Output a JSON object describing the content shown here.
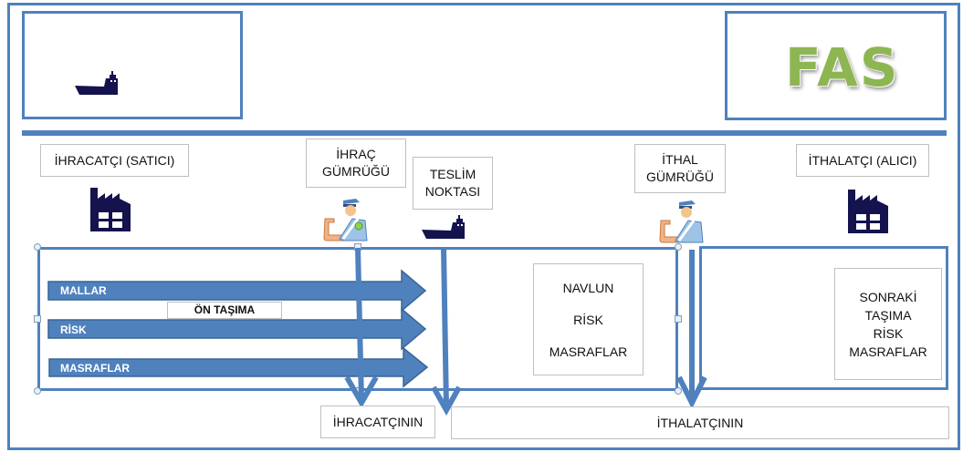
{
  "header": {
    "title": "FAS",
    "title_color": "#8DB653",
    "frame_color": "#4F81BD",
    "ship_icon": "ship-icon"
  },
  "parties": {
    "exporter": "İHRACATÇI (SATICI)",
    "export_customs": "İHRAÇ GÜMRÜĞÜ",
    "delivery_point": "TESLİM NOKTASI",
    "import_customs": "İTHAL GÜMRÜĞÜ",
    "importer": "İTHALATÇI (ALICI)"
  },
  "icons": {
    "exporter": "factory-icon",
    "export_customs": "customs-officer-icon",
    "delivery_point": "ship-icon",
    "import_customs": "customs-officer-icon",
    "importer": "factory-icon"
  },
  "flows": {
    "arrows": [
      {
        "label": "MALLAR"
      },
      {
        "label": "RİSK"
      },
      {
        "label": "MASRAFLAR"
      }
    ],
    "pre_carriage": "ÖN TAŞIMA",
    "arrow_color": "#4F81BD"
  },
  "middle_box": {
    "lines": [
      "NAVLUN",
      "RİSK",
      "MASRAFLAR"
    ]
  },
  "right_box": {
    "lines": [
      "SONRAKİ",
      "TAŞIMA",
      "RİSK",
      "MASRAFLAR"
    ]
  },
  "responsibility": {
    "exporter": "İHRACATÇININ",
    "importer": "İTHALATÇININ"
  }
}
